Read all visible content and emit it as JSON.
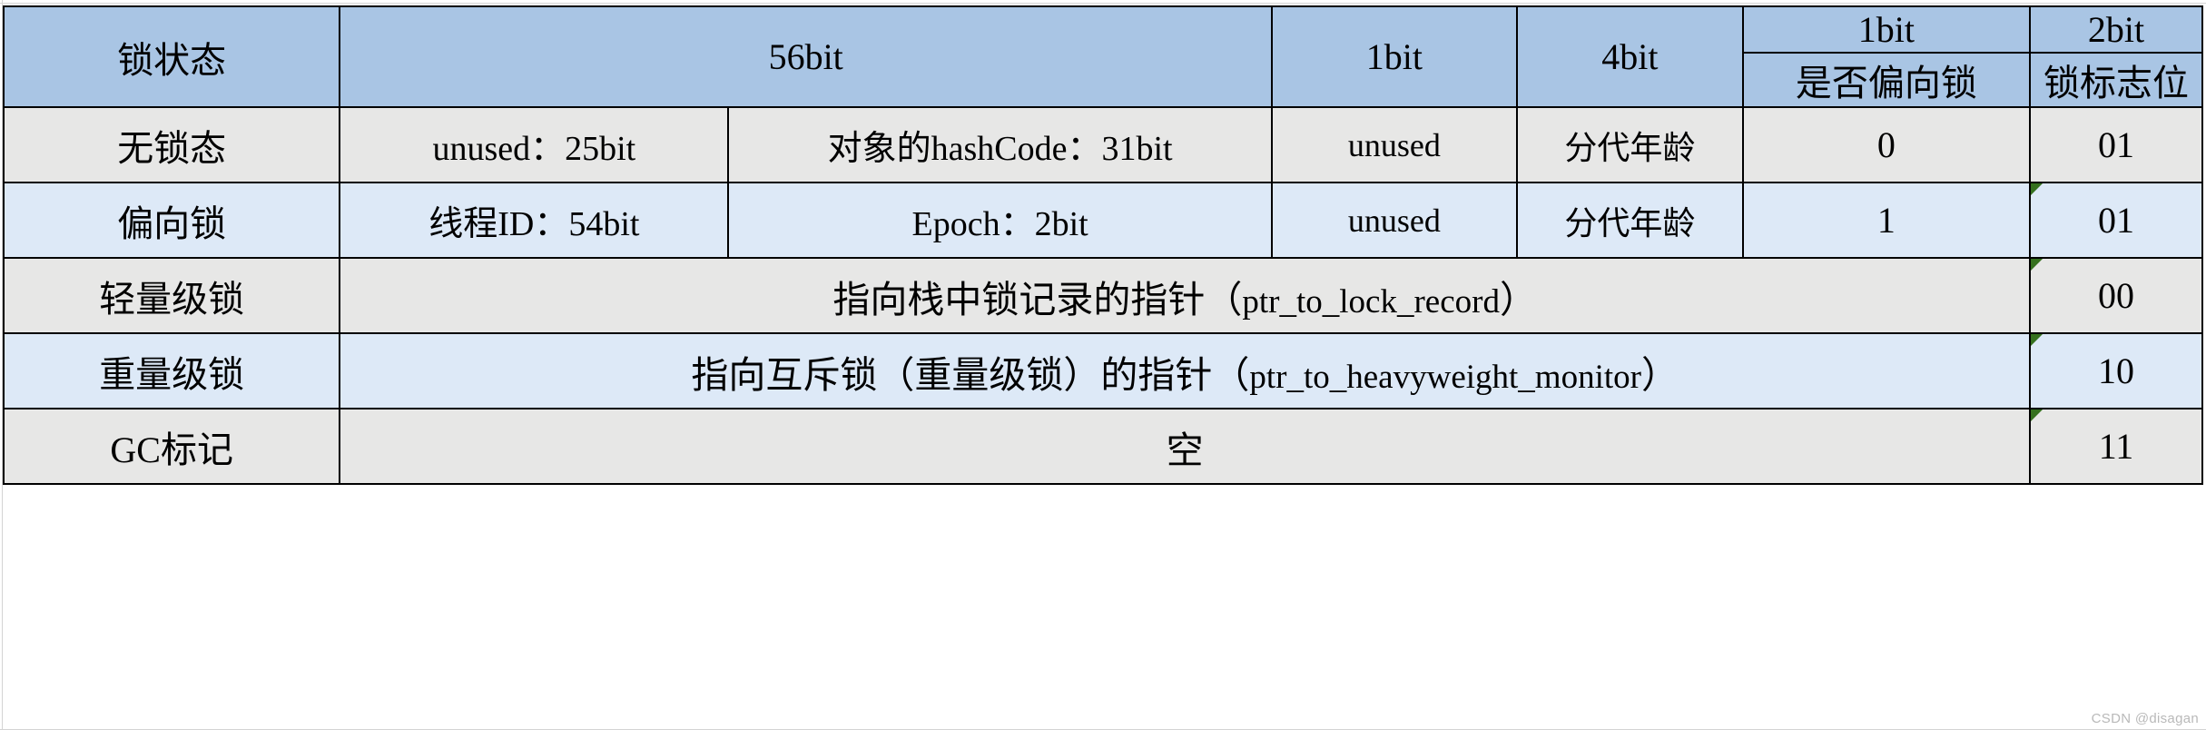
{
  "table": {
    "header": {
      "state_label": "锁状态",
      "bits_56": "56bit",
      "bits_1": "1bit",
      "bits_4": "4bit",
      "bias_bits": "1bit",
      "bias_label": "是否偏向锁",
      "flag_bits": "2bit",
      "flag_label": "锁标志位"
    },
    "rows": [
      {
        "state": "无锁态",
        "field_a": "unused：25bit",
        "field_b": "对象的hashCode：31bit",
        "unused": "unused",
        "age": "分代年龄",
        "bias": "0",
        "flag": "01",
        "shade": "grey",
        "merged": false,
        "error_marker": false
      },
      {
        "state": "偏向锁",
        "field_a": "线程ID：54bit",
        "field_b": "Epoch：2bit",
        "unused": "unused",
        "age": "分代年龄",
        "bias": "1",
        "flag": "01",
        "shade": "blue",
        "merged": false,
        "error_marker": true
      },
      {
        "state": "轻量级锁",
        "merged_text_cn": "指向栈中锁记录的指针（",
        "merged_text_code": "ptr_to_lock_record",
        "merged_text_close": "）",
        "flag": "00",
        "shade": "grey",
        "merged": true,
        "error_marker": true
      },
      {
        "state": "重量级锁",
        "merged_text_cn": "指向互斥锁（重量级锁）的指针（",
        "merged_text_code": "ptr_to_heavyweight_monitor",
        "merged_text_close": "）",
        "flag": "10",
        "shade": "blue",
        "merged": true,
        "error_marker": true
      },
      {
        "state": "GC标记",
        "merged_text_cn": "空",
        "merged_text_code": "",
        "merged_text_close": "",
        "flag": "11",
        "shade": "grey",
        "merged": true,
        "error_marker": true
      }
    ]
  },
  "watermark": {
    "text": "CSDN @disagan"
  },
  "colors": {
    "header_fill": "#a9c5e4",
    "row_grey": "#e7e7e6",
    "row_blue": "#dde9f7",
    "border": "#000000",
    "error_triangle": "#36711f",
    "watermark_text": "#b9b9b9"
  }
}
